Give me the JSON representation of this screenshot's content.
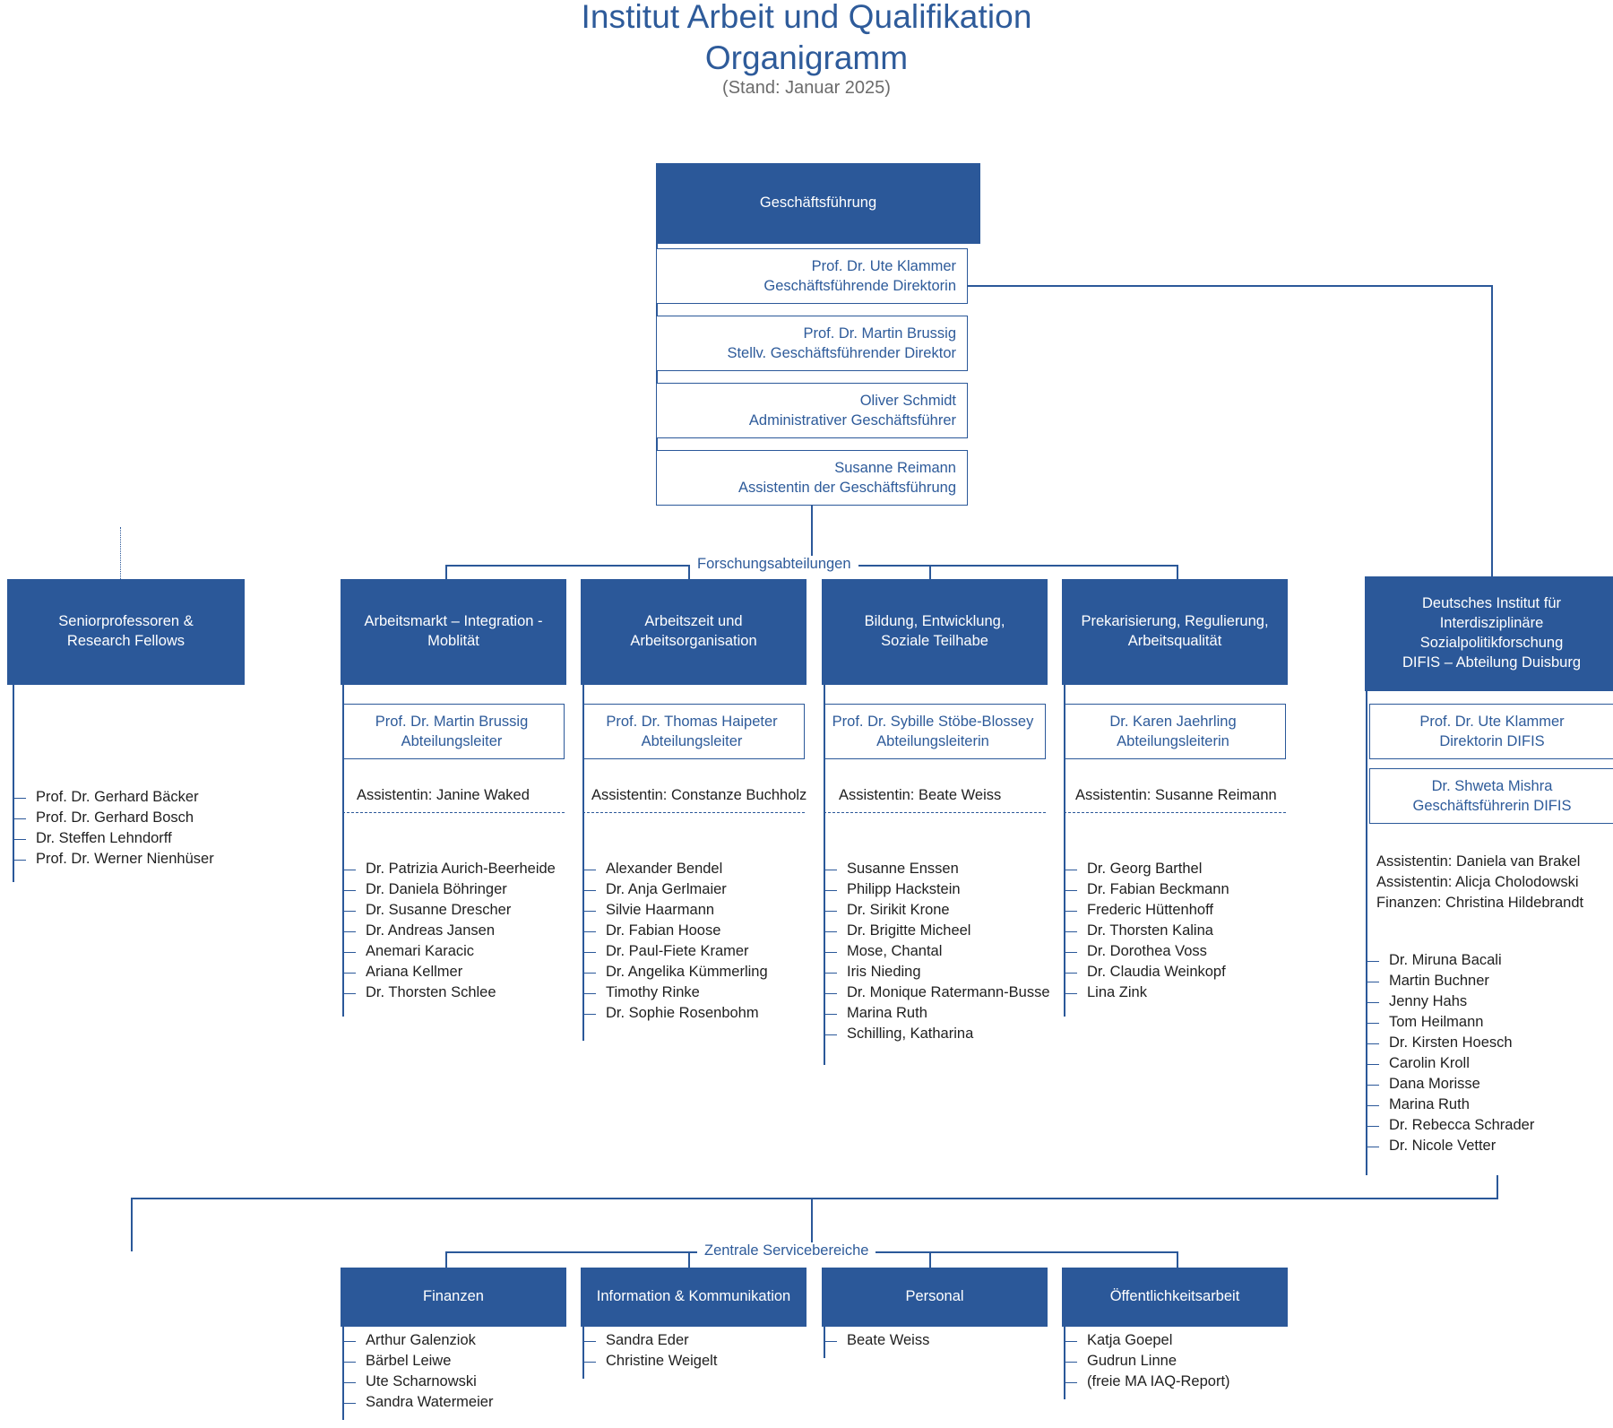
{
  "header": {
    "title_line1": "Institut Arbeit und Qualifikation",
    "title_line2": "Organigramm",
    "subtitle": "(Stand: Januar 2025)"
  },
  "management": {
    "header": "Geschäftsführung",
    "people": [
      {
        "name": "Prof. Dr. Ute Klammer",
        "role": "Geschäftsführende Direktorin"
      },
      {
        "name": "Prof. Dr. Martin Brussig",
        "role": "Stellv. Geschäftsführender Direktor"
      },
      {
        "name": "Oliver Schmidt",
        "role": "Administrativer Geschäftsführer"
      },
      {
        "name": "Susanne Reimann",
        "role": "Assistentin der Geschäftsführung"
      }
    ]
  },
  "bands": {
    "research": "Forschungsabteilungen",
    "services": "Zentrale Servicebereiche"
  },
  "senior": {
    "header": "Seniorprofessoren & Research Fellows",
    "header_line1": "Seniorprofessoren &",
    "header_line2": "Research Fellows",
    "members": [
      "Prof. Dr. Gerhard Bäcker",
      "Prof. Dr. Gerhard Bosch",
      "Dr. Steffen Lehndorff",
      "Prof. Dr. Werner Nienhüser"
    ]
  },
  "departments": [
    {
      "title_lines": [
        "Arbeitsmarkt – Integration -",
        "Moblität"
      ],
      "lead_name": "Prof. Dr. Martin Brussig",
      "lead_role": "Abteilungsleiter",
      "assistant": "Assistentin: Janine Waked",
      "members": [
        "Dr. Patrizia Aurich-Beerheide",
        "Dr. Daniela Böhringer",
        "Dr. Susanne Drescher",
        "Dr. Andreas Jansen",
        "Anemari Karacic",
        "Ariana Kellmer",
        "Dr. Thorsten Schlee"
      ]
    },
    {
      "title_lines": [
        "Arbeitszeit und",
        "Arbeitsorganisation"
      ],
      "lead_name": "Prof. Dr. Thomas Haipeter",
      "lead_role": "Abteilungsleiter",
      "assistant": "Assistentin: Constanze Buchholz",
      "members": [
        "Alexander Bendel",
        "Dr. Anja Gerlmaier",
        "Silvie Haarmann",
        "Dr. Fabian Hoose",
        "Dr. Paul-Fiete Kramer",
        "Dr. Angelika Kümmerling",
        "Timothy Rinke",
        "Dr. Sophie Rosenbohm"
      ]
    },
    {
      "title_lines": [
        "Bildung, Entwicklung,",
        "Soziale Teilhabe"
      ],
      "lead_name": "Prof. Dr. Sybille Stöbe-Blossey",
      "lead_role": "Abteilungsleiterin",
      "assistant": "Assistentin: Beate Weiss",
      "members": [
        "Susanne Enssen",
        "Philipp Hackstein",
        "Dr. Sirikit Krone",
        "Dr. Brigitte Micheel",
        "Mose, Chantal",
        "Iris Nieding",
        "Dr. Monique Ratermann-Busse",
        "Marina Ruth",
        "Schilling, Katharina"
      ]
    },
    {
      "title_lines": [
        "Prekarisierung, Regulierung,",
        "Arbeitsqualität"
      ],
      "lead_name": "Dr. Karen Jaehrling",
      "lead_role": "Abteilungsleiterin",
      "assistant": "Assistentin: Susanne Reimann",
      "members": [
        "Dr. Georg Barthel",
        "Dr. Fabian Beckmann",
        "Frederic Hüttenhoff",
        "Dr. Thorsten Kalina",
        "Dr. Dorothea Voss",
        "Dr. Claudia Weinkopf",
        "Lina Zink"
      ]
    }
  ],
  "difis": {
    "title_lines": [
      "Deutsches Institut für",
      "Interdisziplinäre",
      "Sozialpolitikforschung",
      "DIFIS – Abteilung Duisburg"
    ],
    "director_name": "Prof. Dr. Ute Klammer",
    "director_role": "Direktorin DIFIS",
    "manager_name": "Dr. Shweta Mishra",
    "manager_role": "Geschäftsführerin DIFIS",
    "staff_notes": [
      "Assistentin: Daniela van Brakel",
      "Assistentin: Alicja Cholodowski",
      "Finanzen: Christina Hildebrandt"
    ],
    "members": [
      "Dr. Miruna Bacali",
      "Martin Buchner",
      "Jenny Hahs",
      "Tom Heilmann",
      "Dr. Kirsten Hoesch",
      "Carolin Kroll",
      "Dana Morisse",
      "Marina Ruth",
      "Dr. Rebecca Schrader",
      "Dr. Nicole Vetter"
    ]
  },
  "services": [
    {
      "title": "Finanzen",
      "members": [
        "Arthur Galenziok",
        "Bärbel Leiwe",
        "Ute Scharnowski",
        "Sandra Watermeier"
      ]
    },
    {
      "title": "Information & Kommunikation",
      "members": [
        "Sandra Eder",
        "Christine Weigelt"
      ]
    },
    {
      "title": "Personal",
      "members": [
        "Beate Weiss"
      ]
    },
    {
      "title": "Öffentlichkeitsarbeit",
      "members": [
        "Katja Goepel",
        "Gudrun Linne",
        "(freie MA IAQ-Report)"
      ]
    }
  ],
  "colors": {
    "brand_blue": "#2b5899",
    "text_blue": "#2e5b9a",
    "subtitle_grey": "#6b6b6b"
  }
}
